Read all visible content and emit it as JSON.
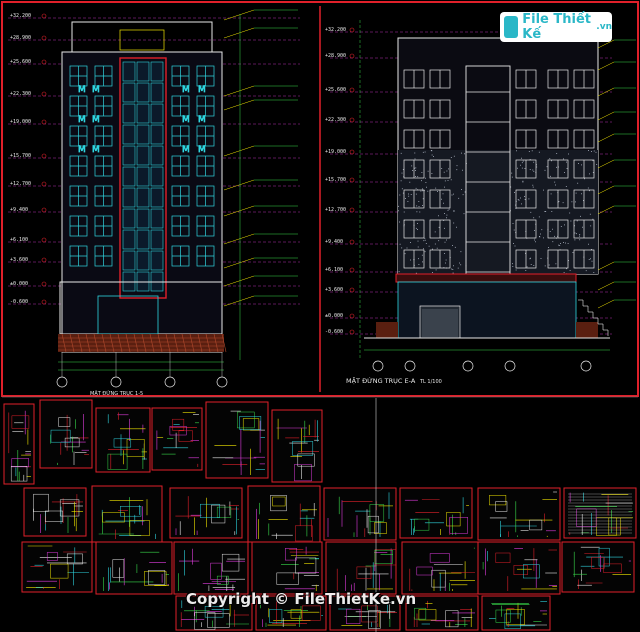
{
  "watermark": {
    "logo_text": "File Thiết Kế",
    "logo_domain": ".vn",
    "copyright": "Copyright © FileThietKe.vn"
  },
  "drawings": {
    "left_elevation_title": "MẶT ĐỨNG TRỤC 1-5",
    "right_elevation_title": "MẶT ĐỨNG TRỤC E-A",
    "right_elevation_scale": "TL 1/100"
  },
  "levels_left": [
    "+32.200",
    "+28.900",
    "+25.600",
    "+22.300",
    "+19.000",
    "+15.700",
    "+12.700",
    "+9.400",
    "+6.100",
    "+3.600",
    "±0.000",
    "-0.600"
  ],
  "levels_right": [
    "+32.200",
    "+28.900",
    "+25.600",
    "+22.300",
    "+19.000",
    "+15.700",
    "+12.700",
    "+9.400",
    "+6.100",
    "+3.600",
    "±0.000",
    "-0.600"
  ],
  "colors": {
    "background": "#000000",
    "frame_red": "#e0202a",
    "cad_yellow": "#f2e600",
    "cad_green": "#37d94a",
    "cad_white": "#e8e8e8",
    "cad_cyan": "#2fd6e0",
    "cad_magenta": "#e23ce0",
    "brick": "#b0492c",
    "watermark_teal": "#2ab7c7"
  }
}
